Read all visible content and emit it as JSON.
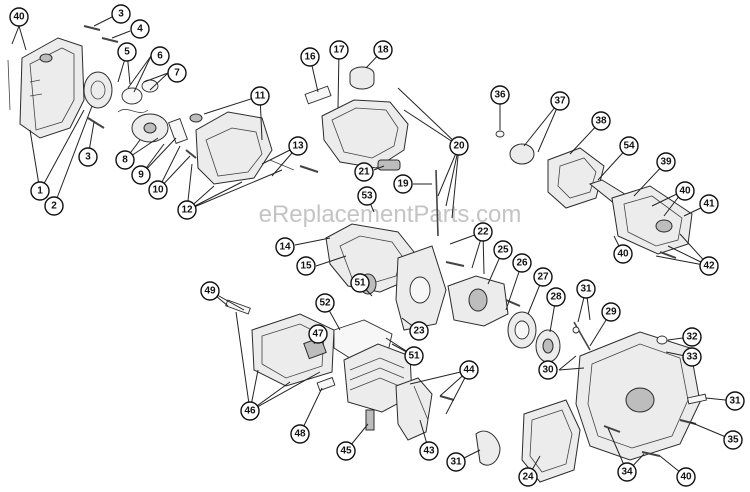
{
  "watermark": "eReplacementParts.com",
  "callouts": [
    {
      "n": "40"
    },
    {
      "n": "3"
    },
    {
      "n": "4"
    },
    {
      "n": "5"
    },
    {
      "n": "6"
    },
    {
      "n": "7"
    },
    {
      "n": "1"
    },
    {
      "n": "2"
    },
    {
      "n": "3"
    },
    {
      "n": "8"
    },
    {
      "n": "9"
    },
    {
      "n": "10"
    },
    {
      "n": "12"
    },
    {
      "n": "11"
    },
    {
      "n": "13"
    },
    {
      "n": "16"
    },
    {
      "n": "17"
    },
    {
      "n": "18"
    },
    {
      "n": "20"
    },
    {
      "n": "21"
    },
    {
      "n": "19"
    },
    {
      "n": "53"
    },
    {
      "n": "14"
    },
    {
      "n": "15"
    },
    {
      "n": "22"
    },
    {
      "n": "25"
    },
    {
      "n": "26"
    },
    {
      "n": "27"
    },
    {
      "n": "28"
    },
    {
      "n": "31"
    },
    {
      "n": "29"
    },
    {
      "n": "30"
    },
    {
      "n": "23"
    },
    {
      "n": "36"
    },
    {
      "n": "37"
    },
    {
      "n": "38"
    },
    {
      "n": "54"
    },
    {
      "n": "39"
    },
    {
      "n": "40"
    },
    {
      "n": "41"
    },
    {
      "n": "40"
    },
    {
      "n": "42"
    },
    {
      "n": "49"
    },
    {
      "n": "51"
    },
    {
      "n": "52"
    },
    {
      "n": "47"
    },
    {
      "n": "51"
    },
    {
      "n": "46"
    },
    {
      "n": "48"
    },
    {
      "n": "44"
    },
    {
      "n": "45"
    },
    {
      "n": "43"
    },
    {
      "n": "31"
    },
    {
      "n": "24"
    },
    {
      "n": "32"
    },
    {
      "n": "33"
    },
    {
      "n": "31"
    },
    {
      "n": "35"
    },
    {
      "n": "34"
    },
    {
      "n": "40"
    }
  ]
}
